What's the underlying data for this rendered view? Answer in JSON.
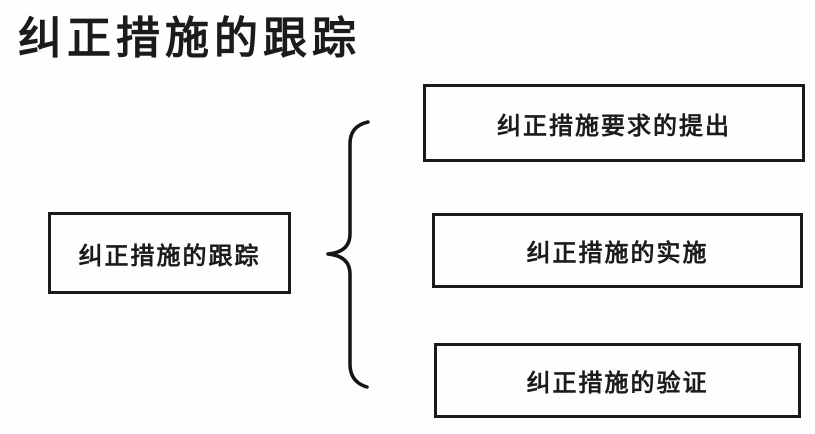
{
  "title": "纠正措施的跟踪",
  "colors": {
    "background": "#fefefe",
    "line": "#1b1b1b",
    "text": "#1b1b1b"
  },
  "diagram": {
    "root": {
      "label": "纠正措施的跟踪"
    },
    "connector": "curly-brace",
    "items": [
      {
        "label": "纠正措施要求的提出"
      },
      {
        "label": "纠正措施的实施"
      },
      {
        "label": "纠正措施的验证"
      }
    ]
  }
}
